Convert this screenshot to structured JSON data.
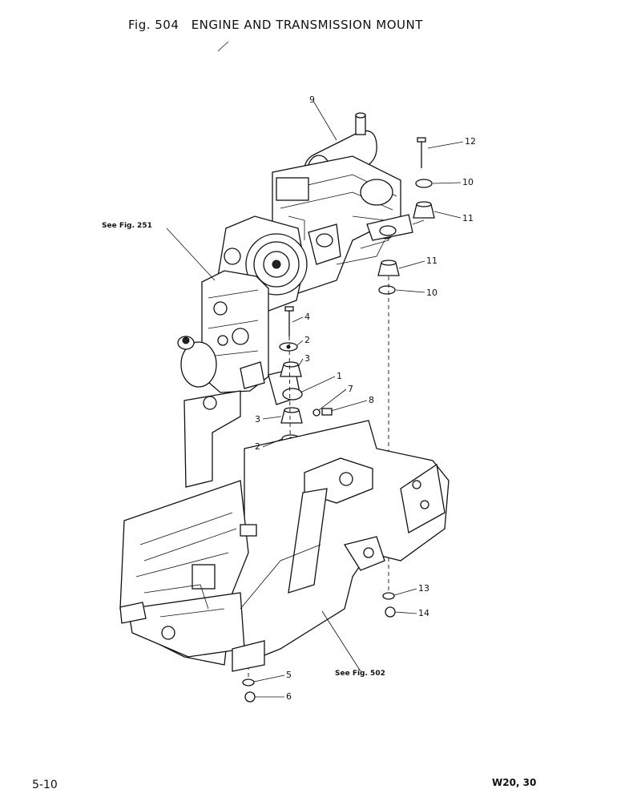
{
  "header": {
    "fig_number": "Fig. 504",
    "title": "ENGINE AND TRANSMISSION MOUNT"
  },
  "references": {
    "engine_ref": "See Fig. 251",
    "frame_ref": "See Fig. 502"
  },
  "callouts": [
    "1",
    "2",
    "2",
    "3",
    "3",
    "4",
    "5",
    "6",
    "7",
    "8",
    "9",
    "10",
    "10",
    "11",
    "11",
    "12",
    "13",
    "14"
  ],
  "footer": {
    "page": "5-10",
    "model": "W20, 30"
  }
}
